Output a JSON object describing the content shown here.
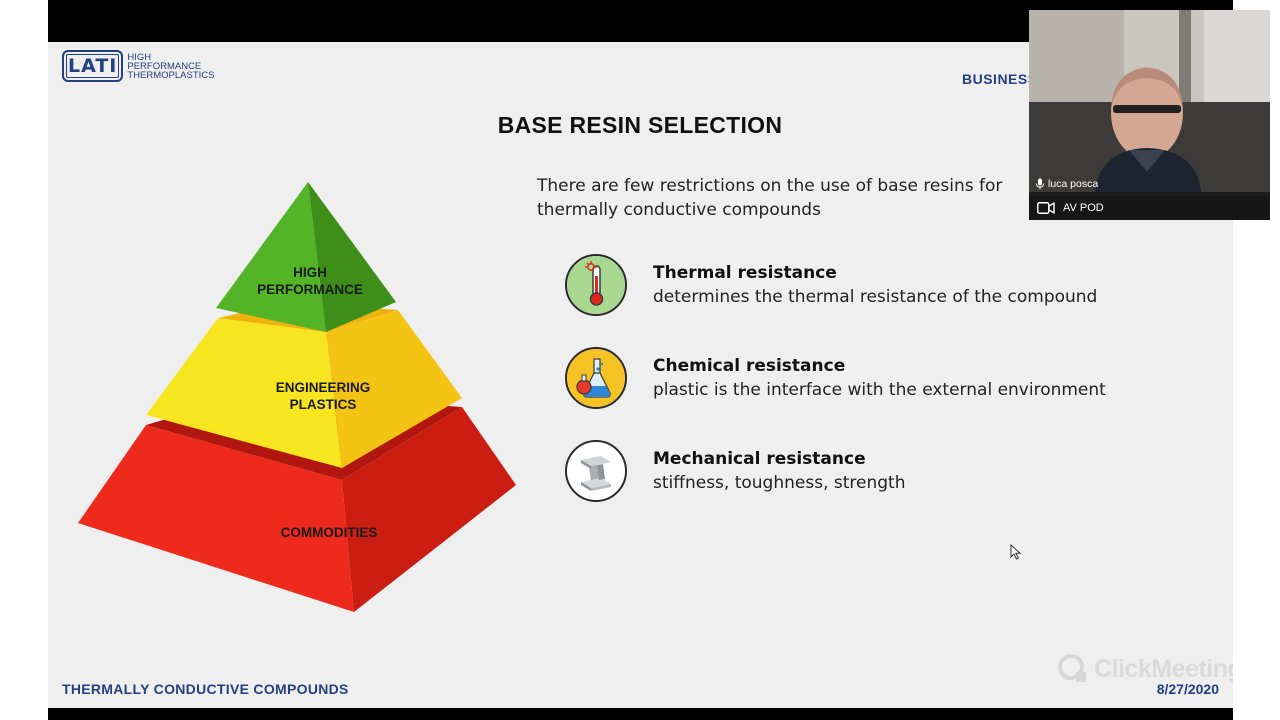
{
  "logo": {
    "mark": "LATI",
    "tagline": [
      "HIGH",
      "PERFORMANCE",
      "THERMOPLASTICS"
    ]
  },
  "header": {
    "business_label": "BUSINESS"
  },
  "slide": {
    "title": "BASE RESIN SELECTION",
    "intro_line1": "There are few restrictions on the use of base resins for",
    "intro_line2": "thermally conductive compounds"
  },
  "pyramid": {
    "tiers": [
      {
        "label_line1": "HIGH",
        "label_line2": "PERFORMANCE",
        "color": "#4caf22"
      },
      {
        "label_line1": "ENGINEERING",
        "label_line2": "PLASTICS",
        "color": "#f6e51f"
      },
      {
        "label_line1": "COMMODITIES",
        "label_line2": "",
        "color": "#ee2a1c"
      }
    ]
  },
  "resistances": [
    {
      "icon": "thermometer-icon",
      "title": "Thermal resistance",
      "description": "determines the thermal resistance of the compound"
    },
    {
      "icon": "flask-icon",
      "title": "Chemical resistance",
      "description": "plastic is the interface with the external environment"
    },
    {
      "icon": "steel-beam-icon",
      "title": "Mechanical resistance",
      "description": "stiffness, toughness, strength"
    }
  ],
  "footer": {
    "left": "THERMALLY CONDUCTIVE COMPOUNDS",
    "date": "8/27/2020"
  },
  "watermark": {
    "text": "ClickMeeting"
  },
  "webcam": {
    "participant_name": "luca posca",
    "room_label": "AV POD"
  },
  "colors": {
    "brand": "#24417f",
    "slide_background": "#efefef"
  }
}
